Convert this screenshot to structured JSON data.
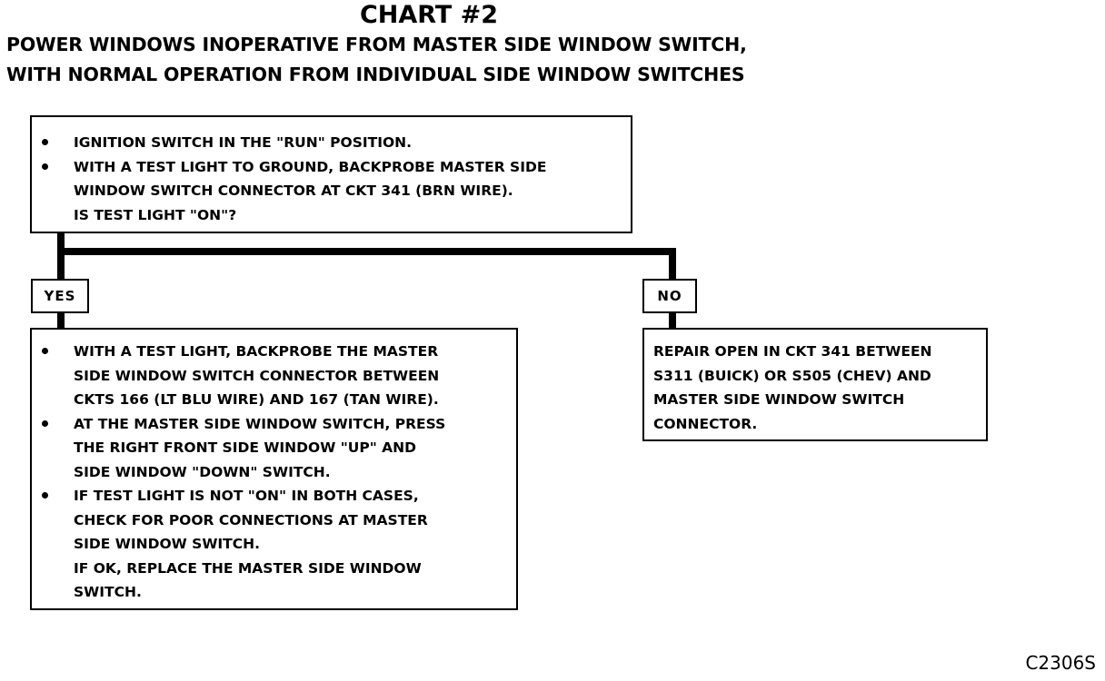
{
  "header": {
    "title": "CHART #2",
    "subtitle_line1": "POWER WINDOWS INOPERATIVE FROM MASTER SIDE WINDOW SWITCH,",
    "subtitle_line2": "WITH NORMAL OPERATION FROM INDIVIDUAL SIDE WINDOW SWITCHES"
  },
  "start_box": {
    "lines": [
      "IGNITION SWITCH IN THE \"RUN\" POSITION.",
      "WITH A TEST LIGHT TO GROUND, BACKPROBE MASTER SIDE",
      "WINDOW SWITCH CONNECTOR AT CKT 341 (BRN WIRE).",
      "IS TEST LIGHT \"ON\"?"
    ]
  },
  "branches": {
    "yes_label": "YES",
    "no_label": "NO"
  },
  "yes_box": {
    "lines": [
      "WITH A TEST LIGHT, BACKPROBE THE MASTER",
      "SIDE WINDOW SWITCH CONNECTOR BETWEEN",
      "CKTS 166 (LT BLU WIRE) AND 167 (TAN WIRE).",
      "AT THE MASTER SIDE WINDOW SWITCH, PRESS",
      "THE RIGHT FRONT SIDE WINDOW \"UP\" AND",
      "SIDE WINDOW \"DOWN\" SWITCH.",
      "IF TEST LIGHT IS NOT \"ON\" IN BOTH CASES,",
      "CHECK FOR POOR CONNECTIONS AT MASTER",
      "SIDE WINDOW SWITCH.",
      "IF OK, REPLACE THE MASTER SIDE WINDOW",
      "SWITCH."
    ]
  },
  "no_box": {
    "lines": [
      "REPAIR OPEN IN CKT 341 BETWEEN",
      "S311 (BUICK) OR S505 (CHEV) AND",
      "MASTER SIDE WINDOW SWITCH",
      "CONNECTOR."
    ]
  },
  "footer": {
    "figure_code": "C2306S"
  }
}
